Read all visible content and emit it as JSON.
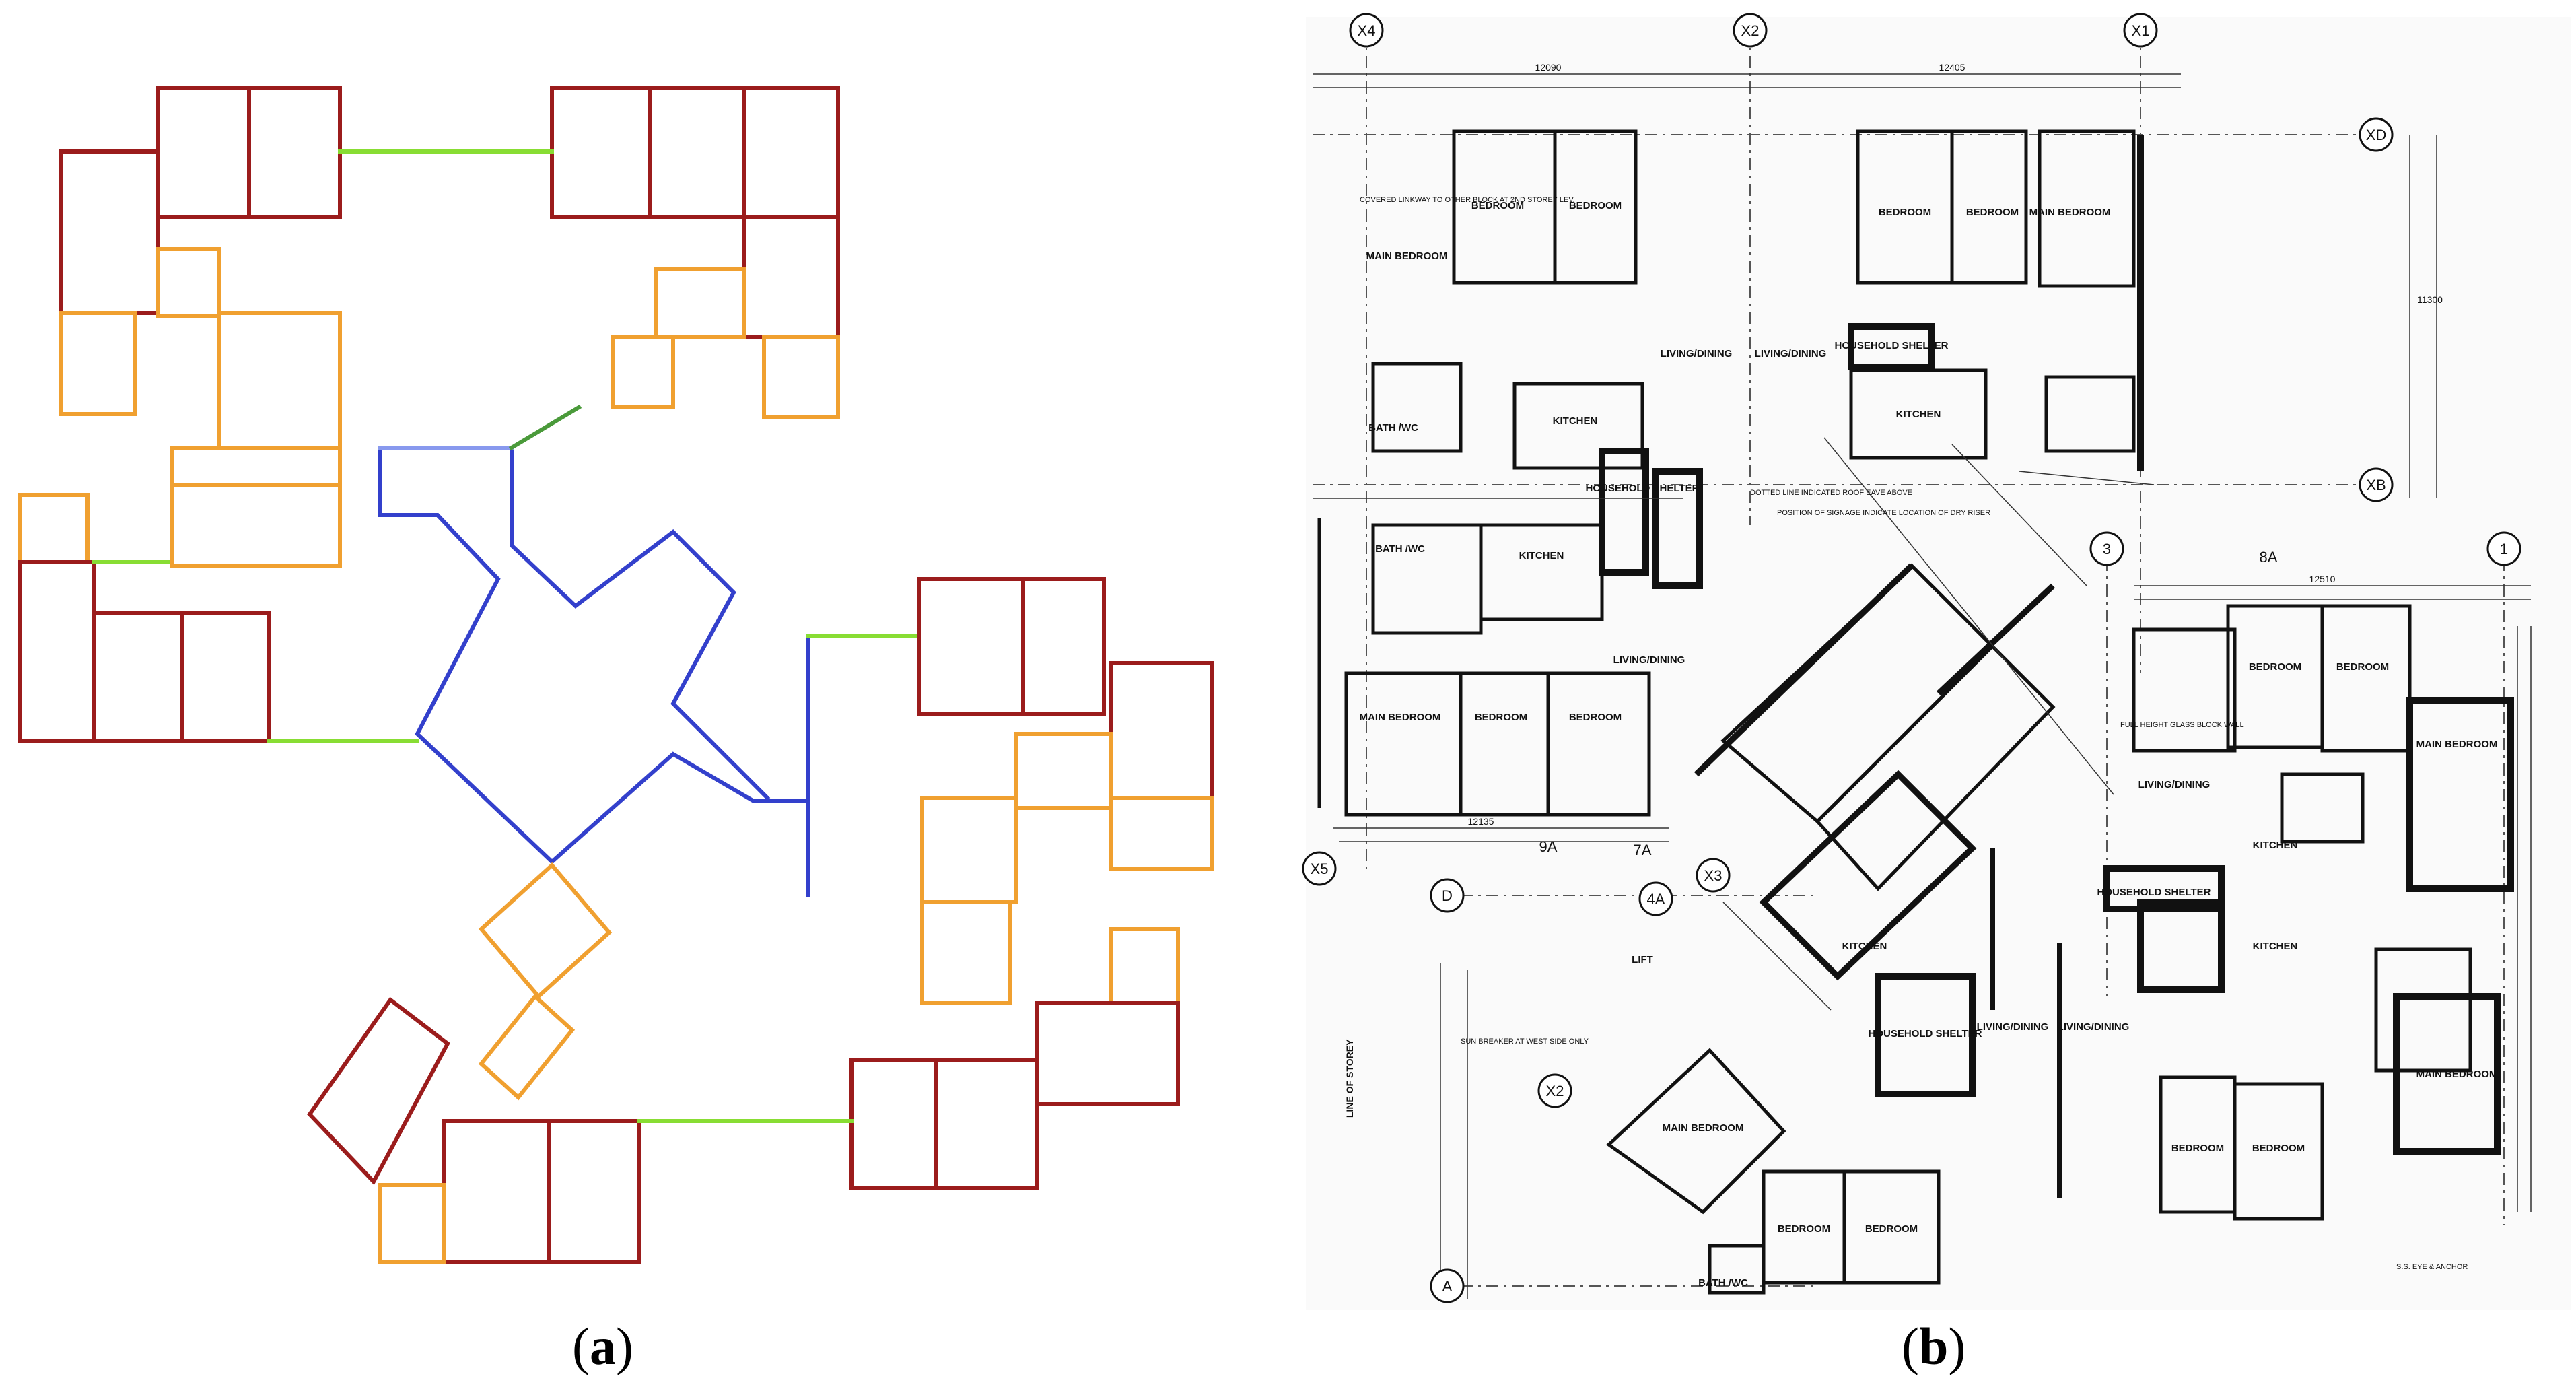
{
  "captions": {
    "a": {
      "open": "(",
      "letter": "a",
      "close": ")"
    },
    "b": {
      "open": "(",
      "letter": "b",
      "close": ")"
    }
  },
  "panel_a": {
    "legend_colors": {
      "bedroom_walls": "#9b1c1c",
      "secondary_rooms": "#f0a030",
      "core_corridor": "#3340cc",
      "connector": "#88dd33"
    }
  },
  "panel_b": {
    "grid_labels": [
      "X4",
      "X2",
      "X1",
      "XD",
      "XB",
      "X5",
      "X3",
      "4A",
      "X2",
      "A",
      "D",
      "3",
      "1",
      "8A",
      "9A",
      "7A"
    ],
    "room_labels": {
      "bedroom": "BEDROOM",
      "main_bedroom": "MAIN BEDROOM",
      "living_dining": "LIVING/DINING",
      "kitchen": "KITCHEN",
      "bath_wc": "BATH /WC",
      "household_shelter": "HOUSEHOLD SHELTER",
      "lift": "LIFT",
      "line_of_storey": "LINE OF STOREY"
    },
    "dimensions": {
      "top_left": "12090",
      "top_right": "12405",
      "right_mid": "12510",
      "bottom_left": "12135",
      "vertical": "11300"
    },
    "notes": [
      "COVERED LINKWAY TO OTHER BLOCK AT 2ND STOREY LEV.",
      "DOTTED LINE INDICATED ROOF EAVE ABOVE",
      "POSITION OF SIGNAGE INDICATE LOCATION OF DRY RISER",
      "FULL HEIGHT GLASS BLOCK WALL",
      "SUN BREAKER AT WEST SIDE ONLY",
      "S.S. EYE & ANCHOR"
    ]
  }
}
